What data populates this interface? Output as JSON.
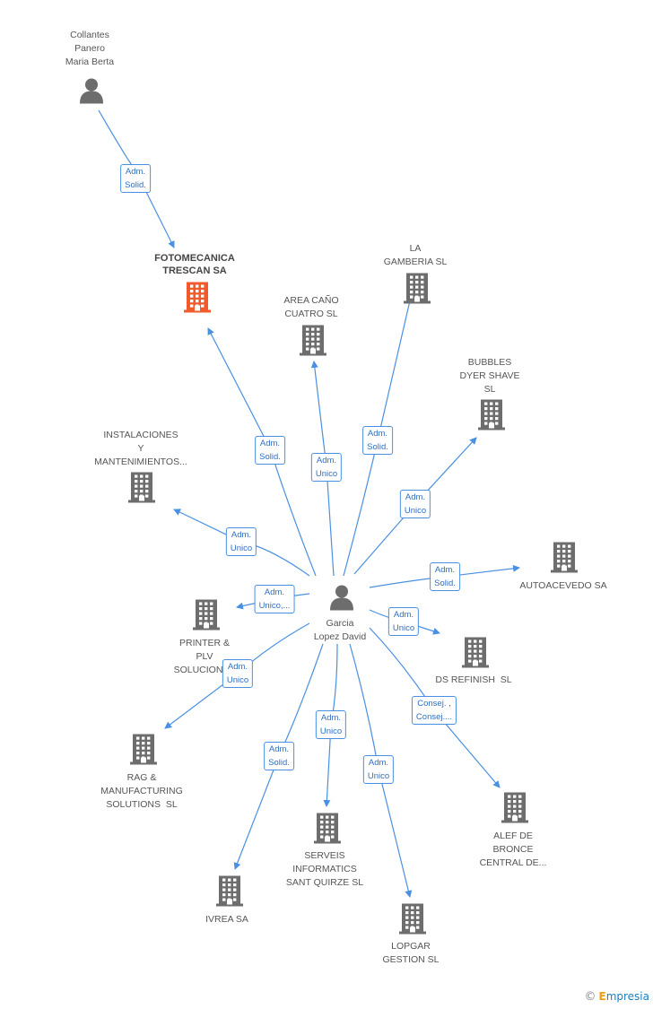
{
  "diagram": {
    "center_person": {
      "name": "Garcia\nLopez David"
    },
    "top_person": {
      "name": "Collantes\nPanero\nMaria Berta"
    },
    "focus_company": {
      "name": "FOTOMECANICA\nTRESCAN SA"
    },
    "companies": [
      {
        "id": "la_gamberia",
        "name": "LA\nGAMBERIA SL"
      },
      {
        "id": "area_cano",
        "name": "AREA CAÑO\nCUATRO SL"
      },
      {
        "id": "bubbles",
        "name": "BUBBLES\nDYER SHAVE\nSL"
      },
      {
        "id": "instalaciones",
        "name": "INSTALACIONES\nY\nMANTENIMIENTOS..."
      },
      {
        "id": "autoacevedo",
        "name": "AUTOACEVEDO SA"
      },
      {
        "id": "printer",
        "name": "PRINTER &\nPLV\nSOLUCIONES"
      },
      {
        "id": "ds_refinish",
        "name": "DS REFINISH  SL"
      },
      {
        "id": "rag",
        "name": "RAG &\nMANUFACTURING\nSOLUTIONS  SL"
      },
      {
        "id": "alef",
        "name": "ALEF DE\nBRONCE\nCENTRAL DE..."
      },
      {
        "id": "serveis",
        "name": "SERVEIS\nINFORMATICS\nSANT QUIRZE SL"
      },
      {
        "id": "ivrea",
        "name": "IVREA SA"
      },
      {
        "id": "lopgar",
        "name": "LOPGAR\nGESTION SL"
      }
    ],
    "relations": [
      {
        "id": "top_to_focus",
        "label": "Adm.\nSolid."
      },
      {
        "id": "to_focus",
        "label": "Adm.\nSolid."
      },
      {
        "id": "to_area",
        "label": "Adm.\nUnico"
      },
      {
        "id": "to_gamberia",
        "label": "Adm.\nSolid."
      },
      {
        "id": "to_bubbles",
        "label": "Adm.\nUnico"
      },
      {
        "id": "to_instalaciones",
        "label": "Adm.\nUnico"
      },
      {
        "id": "to_autoacevedo",
        "label": "Adm.\nSolid."
      },
      {
        "id": "to_printer",
        "label": "Adm.\nUnico,..."
      },
      {
        "id": "to_ds",
        "label": "Adm.\nUnico"
      },
      {
        "id": "to_rag",
        "label": "Adm.\nUnico"
      },
      {
        "id": "to_alef",
        "label": "Consej. ,\nConsej...."
      },
      {
        "id": "to_serveis",
        "label": "Adm.\nUnico"
      },
      {
        "id": "to_ivrea",
        "label": "Adm.\nSolid."
      },
      {
        "id": "to_lopgar",
        "label": "Adm.\nUnico"
      }
    ]
  },
  "colors": {
    "line": "#4a90e2",
    "building": "#6d6d6d",
    "focus_building": "#f15a2b",
    "person": "#6d6d6d"
  },
  "footer": {
    "copyright": "©",
    "brand_first": "E",
    "brand_rest": "mpresia"
  }
}
